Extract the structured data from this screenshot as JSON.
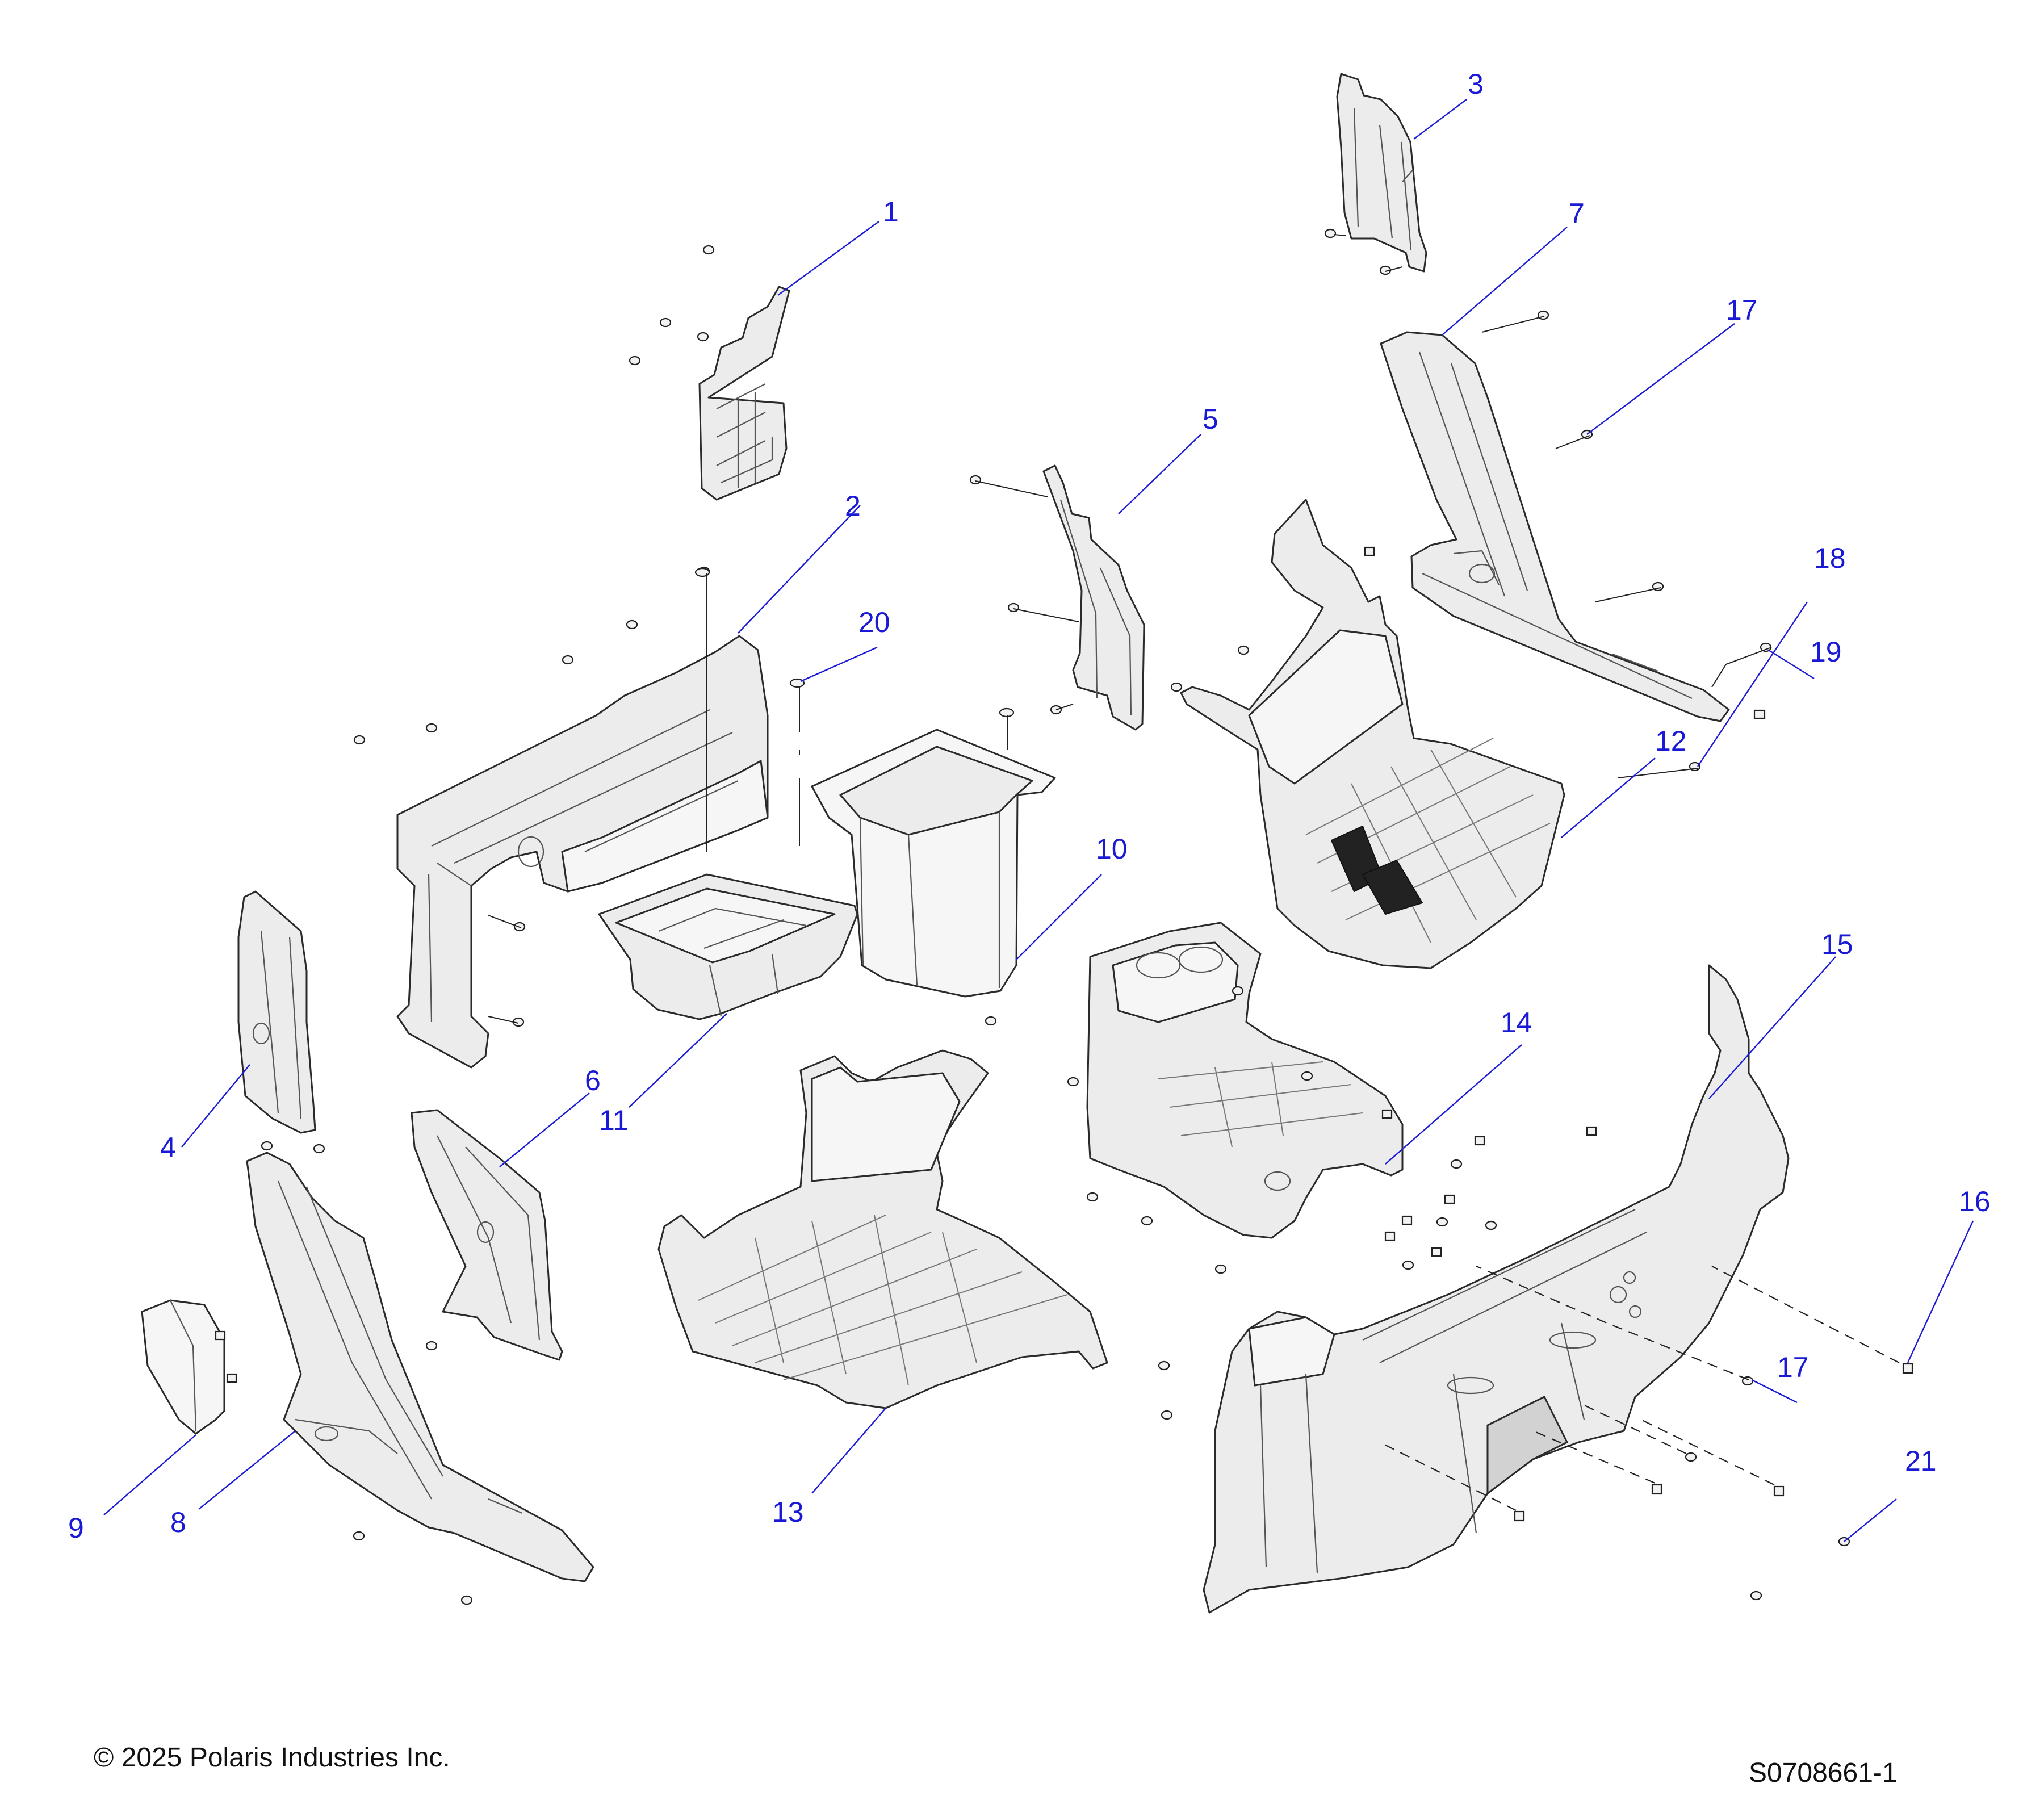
{
  "diagram": {
    "callouts": [
      {
        "id": "1",
        "label": "1"
      },
      {
        "id": "2",
        "label": "2"
      },
      {
        "id": "3",
        "label": "3"
      },
      {
        "id": "4",
        "label": "4"
      },
      {
        "id": "5",
        "label": "5"
      },
      {
        "id": "6",
        "label": "6"
      },
      {
        "id": "7",
        "label": "7"
      },
      {
        "id": "8",
        "label": "8"
      },
      {
        "id": "9",
        "label": "9"
      },
      {
        "id": "10",
        "label": "10"
      },
      {
        "id": "11",
        "label": "11"
      },
      {
        "id": "12",
        "label": "12"
      },
      {
        "id": "13",
        "label": "13"
      },
      {
        "id": "14",
        "label": "14"
      },
      {
        "id": "15",
        "label": "15"
      },
      {
        "id": "16",
        "label": "16"
      },
      {
        "id": "17a",
        "label": "17"
      },
      {
        "id": "17b",
        "label": "17"
      },
      {
        "id": "18",
        "label": "18"
      },
      {
        "id": "19",
        "label": "19"
      },
      {
        "id": "20",
        "label": "20"
      },
      {
        "id": "21",
        "label": "21"
      }
    ],
    "colors": {
      "callout_text": "#1a1ad6",
      "leader_line": "#1a1ad6",
      "line_art": "#2a2a2a",
      "part_fill": "#ececec"
    }
  },
  "footer": {
    "copyright": "© 2025 Polaris Industries Inc.",
    "drawing_id": "S0708661-1"
  }
}
